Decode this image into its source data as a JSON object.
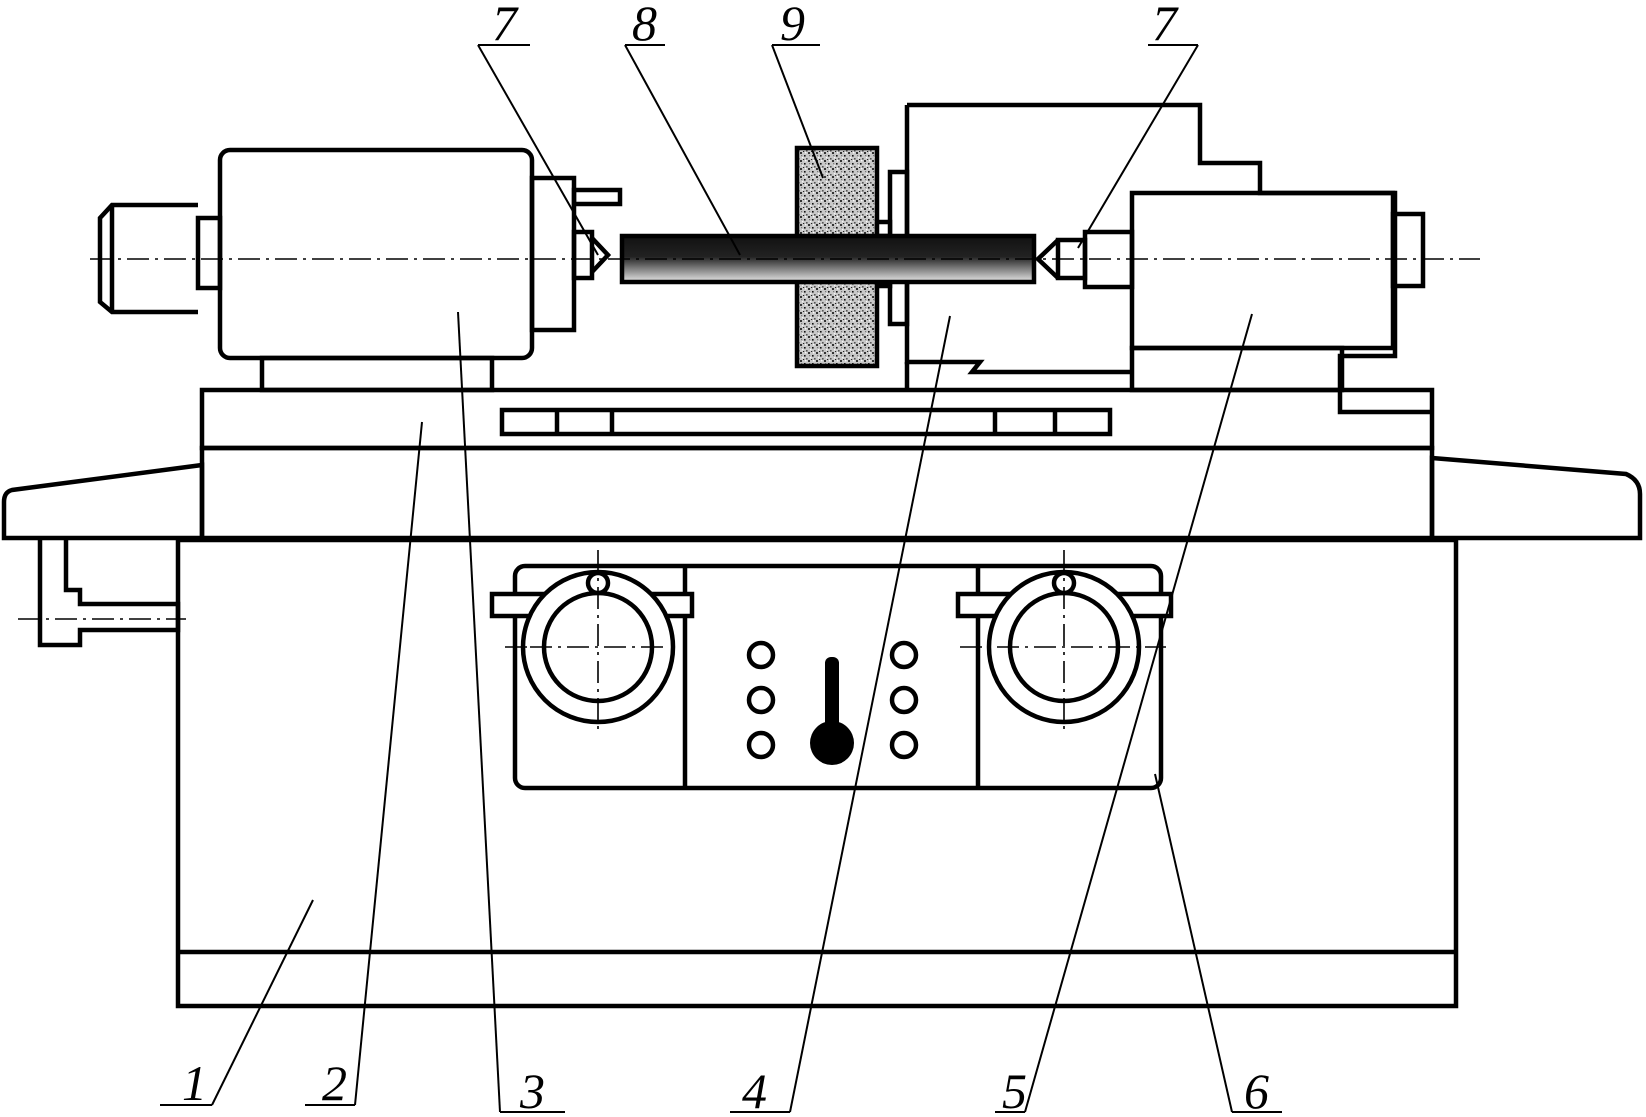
{
  "diagram": {
    "callouts": [
      {
        "id": "1",
        "label": "1"
      },
      {
        "id": "2",
        "label": "2"
      },
      {
        "id": "3",
        "label": "3"
      },
      {
        "id": "4",
        "label": "4"
      },
      {
        "id": "5",
        "label": "5"
      },
      {
        "id": "6",
        "label": "6"
      },
      {
        "id": "7a",
        "label": "7"
      },
      {
        "id": "7b",
        "label": "7"
      },
      {
        "id": "8",
        "label": "8"
      },
      {
        "id": "9",
        "label": "9"
      }
    ]
  }
}
